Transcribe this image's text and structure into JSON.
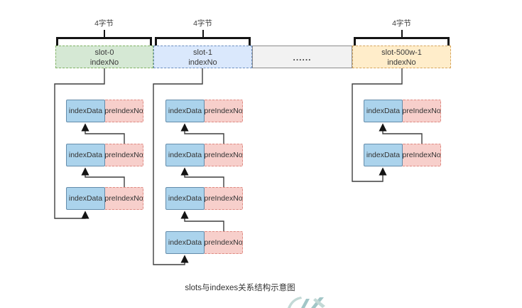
{
  "canvas": {
    "caption": "slots与indexes关系结构示意图"
  },
  "labels": {
    "byte_width": "4字节",
    "index_data": "indexData",
    "pre_index_no": "preIndexNo"
  },
  "slots": [
    {
      "line1": "slot-0",
      "line2": "indexNo"
    },
    {
      "line1": "slot-1",
      "line2": "indexNo"
    },
    {
      "line1": "......",
      "line2": ""
    },
    {
      "line1": "slot-500w-1",
      "line2": "indexNo"
    }
  ],
  "chains": [
    {
      "slot": "slot-0",
      "entries": 3
    },
    {
      "slot": "slot-1",
      "entries": 4
    },
    {
      "slot": "slot-500w-1",
      "entries": 2
    }
  ],
  "colors": {
    "slot0_fill": "#d5e8d4",
    "slot0_border": "#82b366",
    "slot1_fill": "#dae8fc",
    "slot1_border": "#6c8ebf",
    "slot_gray_fill": "#f2f2f2",
    "slot_gray_border": "#8c8c8c",
    "slot_last_fill": "#ffedca",
    "slot_last_border": "#d6a55e",
    "index_data_fill": "#abd3ec",
    "index_data_border": "#648cab",
    "pre_index_fill": "#f7cfcb",
    "pre_index_border": "#de8a82",
    "line": "#3f3f3f",
    "bracket": "#141414",
    "text": "#333333",
    "watermark": "#a2c6c7",
    "watermark_light": "#c3d9d6"
  }
}
